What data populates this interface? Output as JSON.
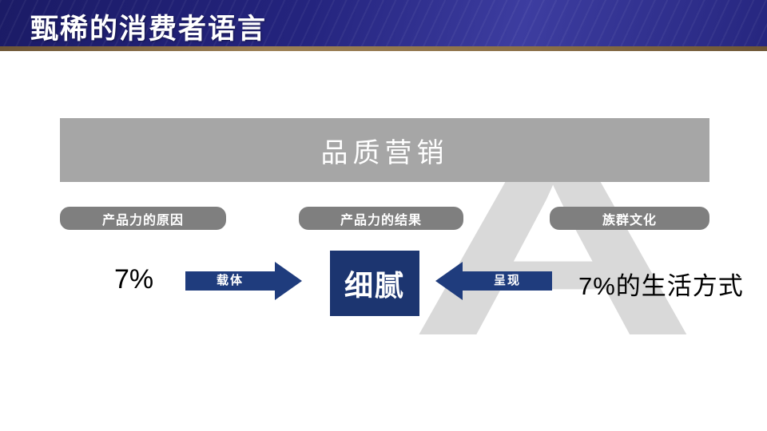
{
  "header": {
    "title": "甄稀的消费者语言"
  },
  "banner": {
    "label": "品质营销"
  },
  "category_bars": [
    {
      "label": "产品力的原因"
    },
    {
      "label": "产品力的结果"
    },
    {
      "label": "族群文化"
    }
  ],
  "flow": {
    "left_value": "7%",
    "right_arrow_label": "载体",
    "center_box_label": "细腻",
    "left_arrow_label": "呈现",
    "right_value": "7%的生活方式"
  },
  "watermark": {
    "letter": "A"
  },
  "colors": {
    "header_navy": "#24247e",
    "gold_line": "#8a6f47",
    "banner_gray": "#a6a6a6",
    "bar_gray": "#7f7f7f",
    "arrow_navy": "#1f3c7d",
    "box_navy": "#1c3570",
    "watermark_gray": "#d9d9d9"
  }
}
